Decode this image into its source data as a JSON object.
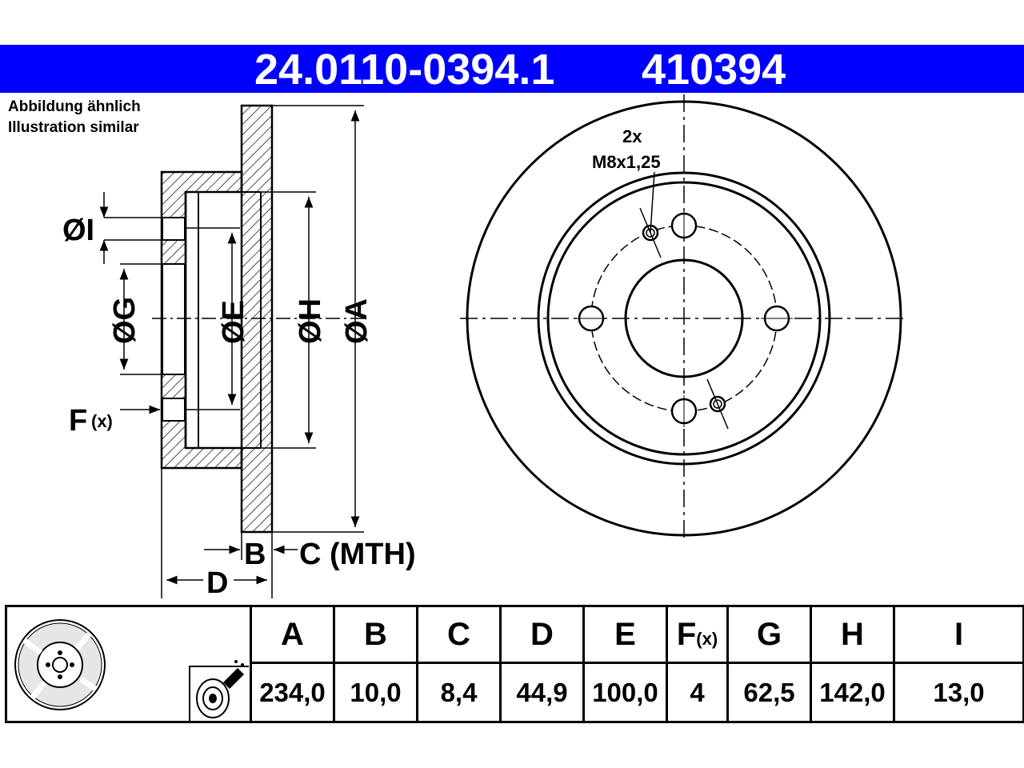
{
  "header": {
    "part_number": "24.0110-0394.1",
    "ref_number": "410394",
    "banner_color": "#0000ff"
  },
  "notes": {
    "line1": "Abbildung ähnlich",
    "line2": "Illustration similar"
  },
  "section_labels": {
    "I": "ØI",
    "G": "ØG",
    "E": "ØE",
    "H": "ØH",
    "A": "ØA",
    "F": "F",
    "F_sub": "(x)",
    "B": "B",
    "C": "C (MTH)",
    "D": "D"
  },
  "front_view": {
    "thread_count": "2x",
    "thread_size": "M8x1,25"
  },
  "table": {
    "headers": [
      {
        "main": "A",
        "sub": ""
      },
      {
        "main": "B",
        "sub": ""
      },
      {
        "main": "C",
        "sub": ""
      },
      {
        "main": "D",
        "sub": ""
      },
      {
        "main": "E",
        "sub": ""
      },
      {
        "main": "F",
        "sub": "(x)"
      },
      {
        "main": "G",
        "sub": ""
      },
      {
        "main": "H",
        "sub": ""
      },
      {
        "main": "I",
        "sub": ""
      }
    ],
    "values": [
      "234,0",
      "10,0",
      "8,4",
      "44,9",
      "100,0",
      "4",
      "62,5",
      "142,0",
      "13,0"
    ]
  },
  "icons": [
    "brake-disc-icon",
    "spray-cleaning-icon"
  ]
}
